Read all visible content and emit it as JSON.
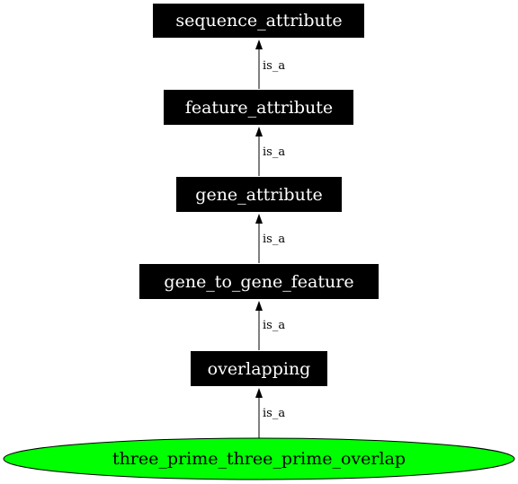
{
  "diagram": {
    "nodes": [
      {
        "id": "sequence_attribute",
        "label": "sequence_attribute",
        "style": "box-black"
      },
      {
        "id": "feature_attribute",
        "label": "feature_attribute",
        "style": "box-black"
      },
      {
        "id": "gene_attribute",
        "label": "gene_attribute",
        "style": "box-black"
      },
      {
        "id": "gene_to_gene_feature",
        "label": "gene_to_gene_feature",
        "style": "box-black"
      },
      {
        "id": "overlapping",
        "label": "overlapping",
        "style": "box-black"
      },
      {
        "id": "three_prime_three_prime_overlap",
        "label": "three_prime_three_prime_overlap",
        "style": "ellipse-green"
      }
    ],
    "edges": [
      {
        "from": "feature_attribute",
        "to": "sequence_attribute",
        "label": "is_a"
      },
      {
        "from": "gene_attribute",
        "to": "feature_attribute",
        "label": "is_a"
      },
      {
        "from": "gene_to_gene_feature",
        "to": "gene_attribute",
        "label": "is_a"
      },
      {
        "from": "overlapping",
        "to": "gene_to_gene_feature",
        "label": "is_a"
      },
      {
        "from": "three_prime_three_prime_overlap",
        "to": "overlapping",
        "label": "is_a"
      }
    ],
    "colors": {
      "box_fill": "#000000",
      "box_text": "#ffffff",
      "leaf_fill": "#00ff00",
      "leaf_stroke": "#000000",
      "edge": "#000000"
    }
  }
}
